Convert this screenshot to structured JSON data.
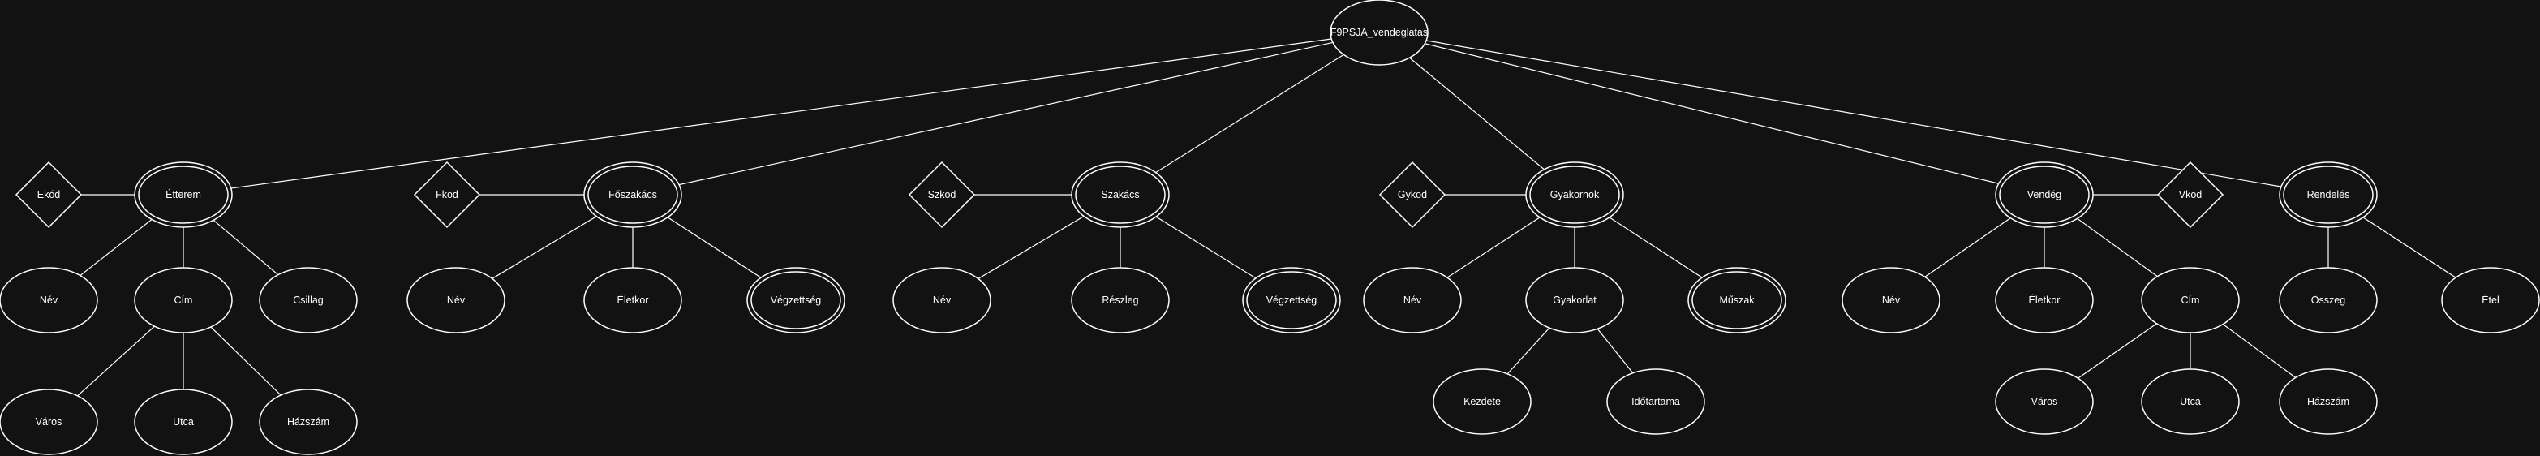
{
  "diagram": {
    "type": "er-diagram",
    "colors": {
      "background": "#121212",
      "stroke": "#ffffff",
      "text": "#ffffff"
    },
    "root": "F9PSJA_vendeglatas",
    "entities": [
      {
        "id": "etterem",
        "label": "Étterem",
        "weak": true
      },
      {
        "id": "foszakacs",
        "label": "Főszakács",
        "weak": true
      },
      {
        "id": "szakacs",
        "label": "Szakács",
        "weak": true
      },
      {
        "id": "gyakornok",
        "label": "Gyakornok",
        "weak": true
      },
      {
        "id": "vendeg",
        "label": "Vendég",
        "weak": true
      },
      {
        "id": "rendeles",
        "label": "Rendelés",
        "weak": true
      }
    ],
    "keys": [
      {
        "id": "ekod",
        "label": "Ekód",
        "entity": "etterem"
      },
      {
        "id": "fkod",
        "label": "Fkod",
        "entity": "foszakacs"
      },
      {
        "id": "szkod",
        "label": "Szkod",
        "entity": "szakacs"
      },
      {
        "id": "gykod",
        "label": "Gykod",
        "entity": "gyakornok"
      },
      {
        "id": "vkod",
        "label": "Vkod",
        "entity": "vendeg"
      }
    ],
    "attributes": [
      {
        "id": "e_nev",
        "label": "Név",
        "parent": "etterem",
        "multivalued": false
      },
      {
        "id": "e_cim",
        "label": "Cím",
        "parent": "etterem",
        "multivalued": false
      },
      {
        "id": "e_csillag",
        "label": "Csillag",
        "parent": "etterem",
        "multivalued": false
      },
      {
        "id": "e_varos",
        "label": "Város",
        "parent": "e_cim",
        "multivalued": false
      },
      {
        "id": "e_utca",
        "label": "Utca",
        "parent": "e_cim",
        "multivalued": false
      },
      {
        "id": "e_hazszam",
        "label": "Házszám",
        "parent": "e_cim",
        "multivalued": false
      },
      {
        "id": "f_nev",
        "label": "Név",
        "parent": "foszakacs",
        "multivalued": false
      },
      {
        "id": "f_eletkor",
        "label": "Életkor",
        "parent": "foszakacs",
        "multivalued": false
      },
      {
        "id": "f_vegzettseg",
        "label": "Végzettség",
        "parent": "foszakacs",
        "multivalued": true
      },
      {
        "id": "s_nev",
        "label": "Név",
        "parent": "szakacs",
        "multivalued": false
      },
      {
        "id": "s_reszleg",
        "label": "Részleg",
        "parent": "szakacs",
        "multivalued": false
      },
      {
        "id": "s_vegzettseg",
        "label": "Végzettség",
        "parent": "szakacs",
        "multivalued": true
      },
      {
        "id": "g_nev",
        "label": "Név",
        "parent": "gyakornok",
        "multivalued": false
      },
      {
        "id": "g_gyakorlat",
        "label": "Gyakorlat",
        "parent": "gyakornok",
        "multivalued": false
      },
      {
        "id": "g_muszak",
        "label": "Műszak",
        "parent": "gyakornok",
        "multivalued": true
      },
      {
        "id": "g_kezdete",
        "label": "Kezdete",
        "parent": "g_gyakorlat",
        "multivalued": false
      },
      {
        "id": "g_idotartama",
        "label": "Időtartama",
        "parent": "g_gyakorlat",
        "multivalued": false
      },
      {
        "id": "v_nev",
        "label": "Név",
        "parent": "vendeg",
        "multivalued": false
      },
      {
        "id": "v_eletkor",
        "label": "Életkor",
        "parent": "vendeg",
        "multivalued": false
      },
      {
        "id": "v_cim",
        "label": "Cím",
        "parent": "vendeg",
        "multivalued": false
      },
      {
        "id": "v_varos",
        "label": "Város",
        "parent": "v_cim",
        "multivalued": false
      },
      {
        "id": "v_utca",
        "label": "Utca",
        "parent": "v_cim",
        "multivalued": false
      },
      {
        "id": "v_hazszam",
        "label": "Házszám",
        "parent": "v_cim",
        "multivalued": false
      },
      {
        "id": "r_osszeg",
        "label": "Összeg",
        "parent": "rendeles",
        "multivalued": false
      },
      {
        "id": "r_etel",
        "label": "Étel",
        "parent": "rendeles",
        "multivalued": false
      }
    ]
  }
}
